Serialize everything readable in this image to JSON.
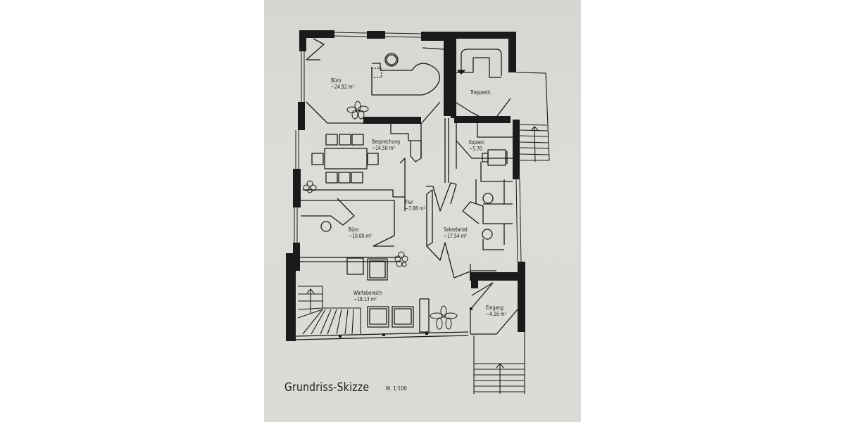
{
  "document": {
    "title": "Grundriss-Skizze",
    "scale": "M. 1:100",
    "colors": {
      "paper": "#dcdad6",
      "ink": "#1a1a1a",
      "background": "#ffffff"
    }
  },
  "rooms": [
    {
      "id": "buero-1",
      "name": "Büro",
      "area": "~24.92 m²"
    },
    {
      "id": "treppenhaus",
      "name": "Treppenh.",
      "area": ""
    },
    {
      "id": "besprechung",
      "name": "Besprechung",
      "area": "~14.50 m²"
    },
    {
      "id": "kopierraum",
      "name": "Kopierr.",
      "area": "~5.70"
    },
    {
      "id": "flur",
      "name": "Flur",
      "area": "~7.88 m²"
    },
    {
      "id": "buero-2",
      "name": "Büro",
      "area": "~10.00 m²"
    },
    {
      "id": "sekretariat",
      "name": "Sekretariat",
      "area": "~17.54 m²"
    },
    {
      "id": "wartebereich",
      "name": "Wartebereich",
      "area": "~18.13 m²"
    },
    {
      "id": "eingang",
      "name": "Eingang",
      "area": "~4.16 m²"
    }
  ]
}
